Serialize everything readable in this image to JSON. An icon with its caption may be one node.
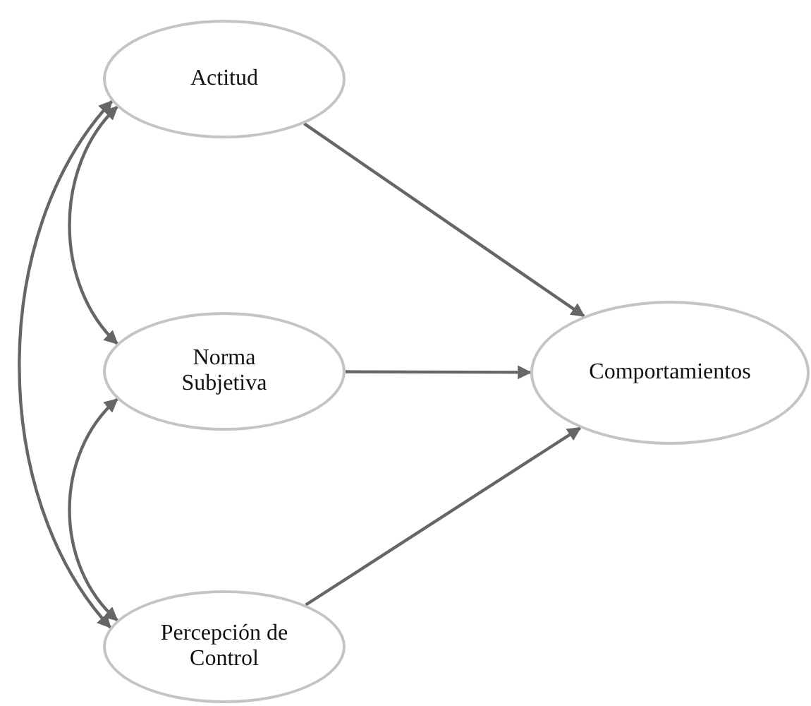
{
  "diagram": {
    "nodes": [
      {
        "text": [
          "Actitud"
        ]
      },
      {
        "text": [
          "Norma Subjetiva"
        ]
      },
      {
        "text": [
          "Percepción de Control"
        ]
      },
      {
        "text": [
          "Comportamientos"
        ]
      }
    ],
    "edges": [
      {
        "from": 0,
        "to": 3,
        "arrow": "to"
      },
      {
        "from": 1,
        "to": 3,
        "arrow": "to"
      },
      {
        "from": 2,
        "to": 3,
        "arrow": "to"
      },
      {
        "from": 0,
        "to": 1,
        "arrow": "both"
      },
      {
        "from": 1,
        "to": 2,
        "arrow": "both"
      },
      {
        "from": 0,
        "to": 2,
        "arrow": "both"
      }
    ]
  }
}
